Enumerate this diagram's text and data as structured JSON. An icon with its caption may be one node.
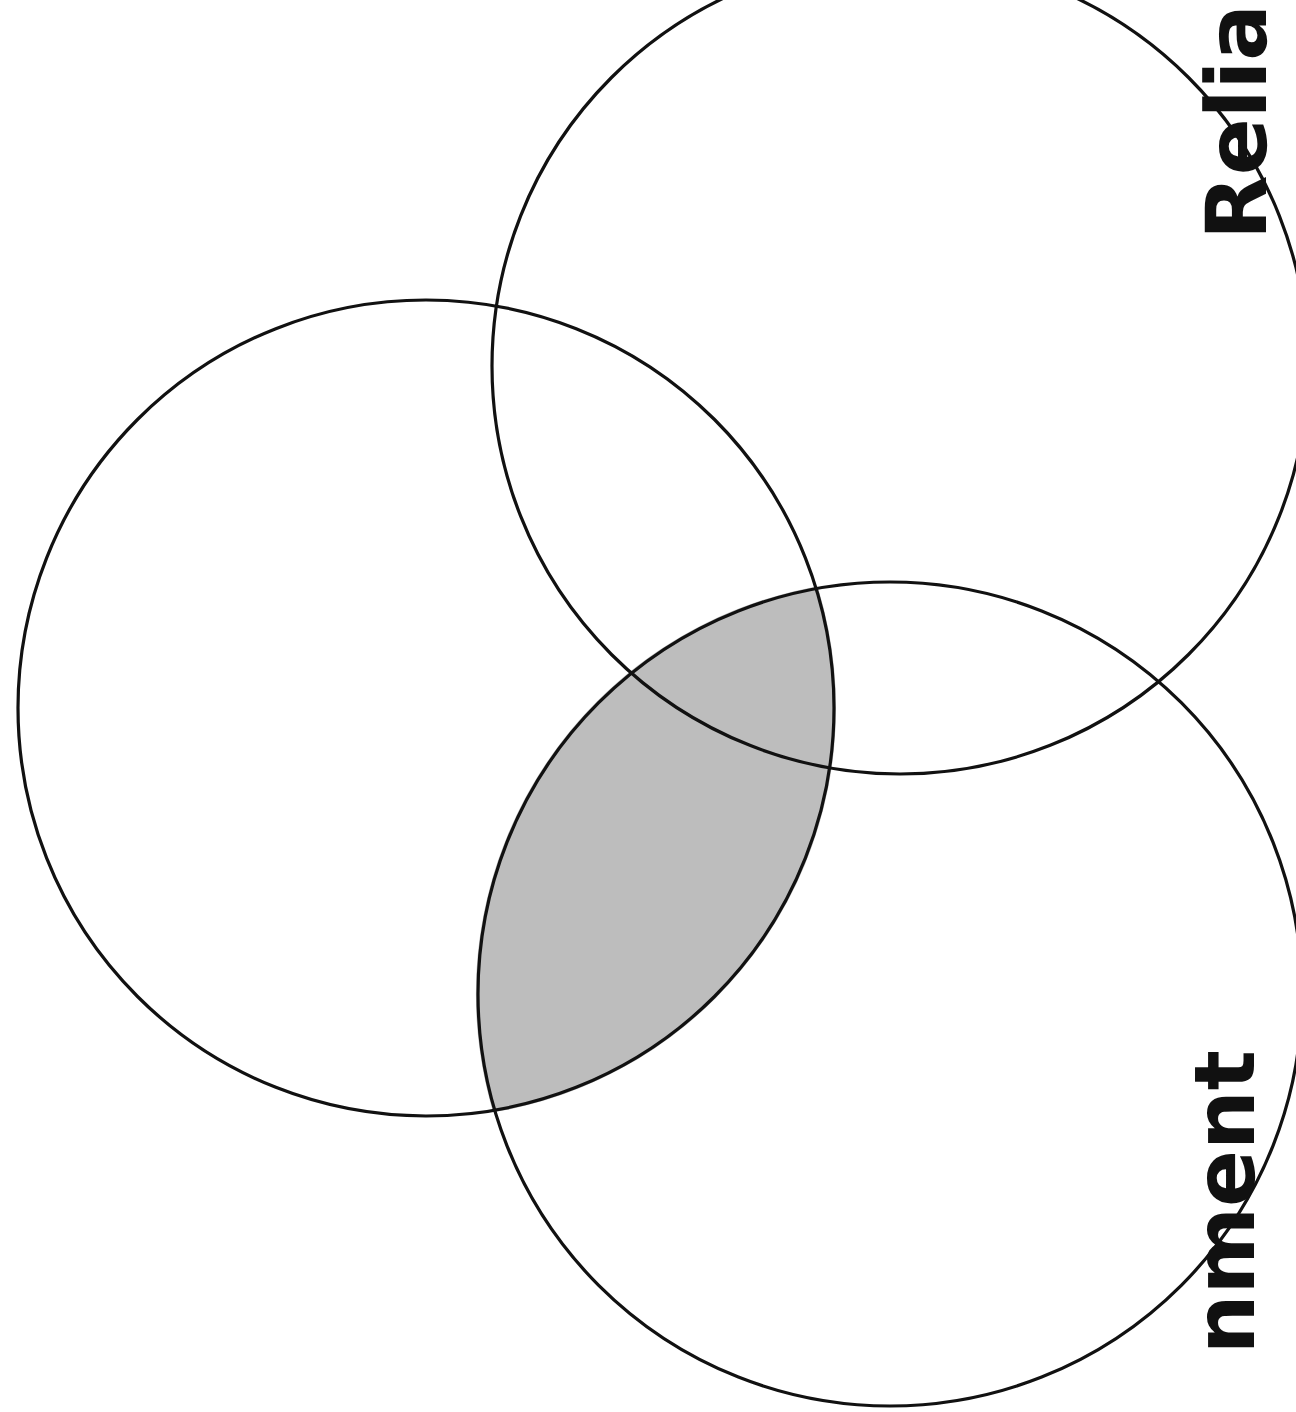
{
  "diagram": {
    "nodes": [
      {
        "text": [
          "Relia"
        ]
      },
      {
        "text": [],
        "shape": "circle"
      },
      {
        "text": [
          "nment"
        ]
      }
    ],
    "edges": []
  }
}
